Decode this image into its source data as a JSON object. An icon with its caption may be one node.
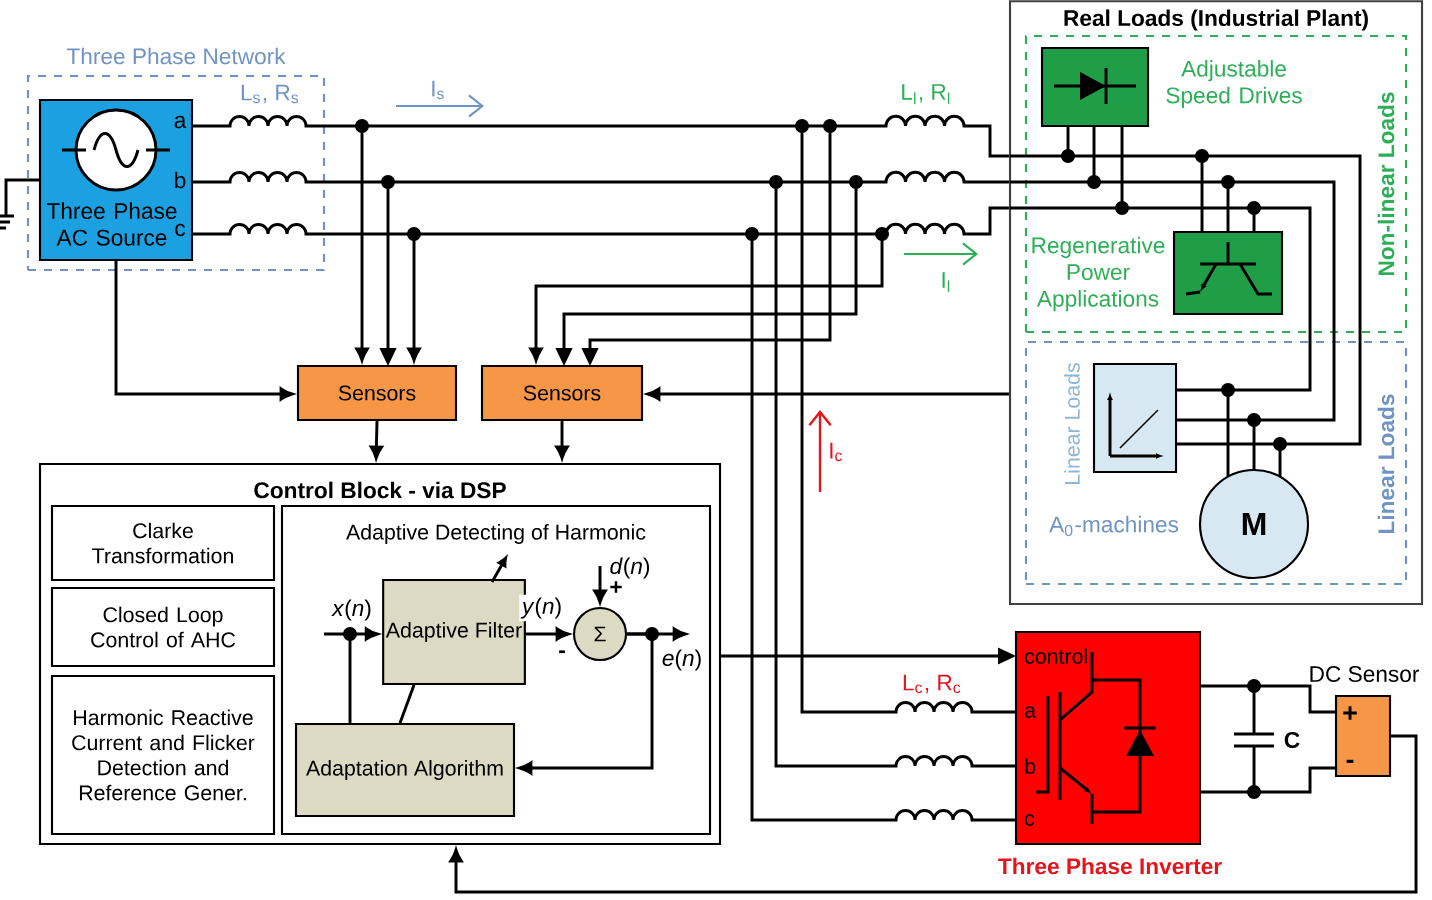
{
  "diagram": {
    "nodes": [
      {
        "text": [
          "Three Phase Network"
        ]
      },
      {
        "text": [
          "Three Phase AC Source",
          "a",
          "b",
          "c"
        ],
        "in": 0
      },
      {
        "text": [
          "Sensors"
        ]
      },
      {
        "text": [
          "Sensors"
        ]
      },
      {
        "text": [
          "Real Loads (Industrial Plant)"
        ]
      },
      {
        "text": [
          "Non-linear Loads"
        ],
        "in": 4
      },
      {
        "text": [],
        "shape": "box",
        "in": 5,
        "beside": [
          "Adjustable Speed Drives"
        ]
      },
      {
        "text": [],
        "shape": "box",
        "in": 5,
        "beside": [
          "Regenerative Power Applications"
        ]
      },
      {
        "text": [
          "Linear Loads"
        ],
        "in": 4
      },
      {
        "text": [],
        "shape": "box",
        "in": 8,
        "beside": [
          "Linear Loads"
        ]
      },
      {
        "text": [
          "M"
        ],
        "in": 8,
        "beside": [
          "A$_{0}$-machines"
        ]
      },
      {
        "text": [
          "Control Block - via DSP"
        ]
      },
      {
        "text": [
          "Clarke Transformation"
        ],
        "in": 11
      },
      {
        "text": [
          "Closed Loop Control of AHC"
        ],
        "in": 11
      },
      {
        "text": [
          "Harmonic Reactive Current and Flicker Detection and Reference Gener."
        ],
        "in": 11
      },
      {
        "text": [
          "Adaptive Detecting of Harmonic"
        ],
        "in": 11
      },
      {
        "text": [
          "Adaptive Filter"
        ],
        "in": 15
      },
      {
        "text": [
          "Σ"
        ],
        "in": 15
      },
      {
        "text": [
          "Adaptation Algorithm"
        ],
        "in": 15
      },
      {
        "text": [
          "control",
          "a",
          "b",
          "c",
          "Three Phase Inverter"
        ]
      },
      {
        "text": [
          "DC Sensor",
          "+",
          "-"
        ]
      }
    ],
    "edges": [
      {
        "from": 1,
        "to": 4,
        "arrow": "none"
      },
      {
        "from": 1,
        "to": 4,
        "arrow": "none"
      },
      {
        "from": 1,
        "to": 4,
        "arrow": "none"
      },
      {
        "from": 1,
        "to": 2,
        "arrow": "to"
      },
      {
        "from": null,
        "to": 2,
        "arrow": "to"
      },
      {
        "from": null,
        "to": 2,
        "arrow": "to"
      },
      {
        "from": null,
        "to": 2,
        "arrow": "to"
      },
      {
        "from": null,
        "to": 3,
        "arrow": "to"
      },
      {
        "from": null,
        "to": 3,
        "arrow": "to"
      },
      {
        "from": null,
        "to": 3,
        "arrow": "to"
      },
      {
        "from": 4,
        "to": 3,
        "arrow": "to"
      },
      {
        "from": 2,
        "to": 11,
        "arrow": "to"
      },
      {
        "from": 3,
        "to": 11,
        "arrow": "to"
      },
      {
        "from": 19,
        "to": null,
        "arrow": "other"
      },
      {
        "from": 19,
        "to": null,
        "arrow": "other"
      },
      {
        "from": 19,
        "to": null,
        "arrow": "other"
      },
      {
        "from": 11,
        "to": 19,
        "arrow": "to"
      },
      {
        "from": 19,
        "to": 20,
        "arrow": "none"
      },
      {
        "from": 19,
        "to": 20,
        "arrow": "none"
      },
      {
        "from": 20,
        "to": 11,
        "arrow": "to"
      },
      {
        "from": null,
        "to": 16,
        "arrow": "to",
        "label": "*x*(*n*)"
      },
      {
        "from": 16,
        "to": 17,
        "arrow": "to",
        "label": "*y*(*n*)"
      },
      {
        "from": null,
        "to": 17,
        "arrow": "to",
        "label": "*d*(*n*)"
      },
      {
        "from": 17,
        "to": null,
        "arrow": "to",
        "label": "*e*(*n*)"
      },
      {
        "from": 17,
        "to": 18,
        "arrow": "to"
      },
      {
        "from": 18,
        "to": 16,
        "arrow": "none"
      },
      {
        "from": null,
        "to": 18,
        "arrow": "other"
      }
    ],
    "labels": [
      "L$_{s}$, R$_{s}$",
      "I$_{s}$",
      "L$_{l}$, R$_{l}$",
      "I$_{l}$",
      "I$_{c}$",
      "L$_{c}$, R$_{c}$",
      "C",
      "+",
      "-"
    ]
  }
}
